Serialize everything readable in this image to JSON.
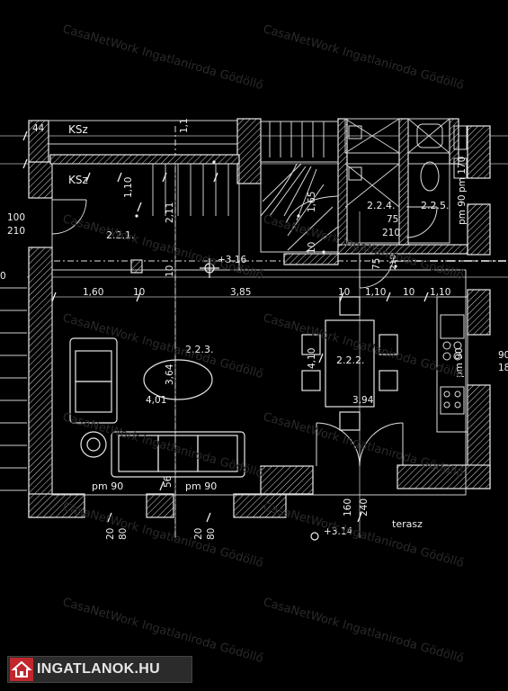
{
  "colors": {
    "background": "#000000",
    "wall": "#e8e8e8",
    "thin": "#cfcfcf",
    "text": "#f0f0f0",
    "watermark": "#2c2c2c",
    "badge_bg": "#2b2b2b",
    "badge_accent": "#c1272d"
  },
  "rooms": {
    "r221": "2.2.1.",
    "r222": "2.2.2.",
    "r223": "2.2.3.",
    "r224": "2.2.4.",
    "r225": "2.2.5."
  },
  "labels": {
    "ksz1": "KSz",
    "ksz2": "KSz",
    "terasz": "terasz",
    "level_main": "+3.16",
    "level_terrace": "+3.14",
    "pm90_a": "pm 90",
    "pm90_b": "pm 90",
    "pm90_c": "pm 90",
    "pm90_d": "pm 90",
    "pm170": "pm 170"
  },
  "dimensions": {
    "d44": "44",
    "d11": "1,1",
    "d110": "1,10",
    "d211": "2,11",
    "d165": "1,65",
    "d100": "100",
    "d210a": "210",
    "d75a": "75",
    "d210b": "210",
    "d10a": "10",
    "d10b": "10",
    "d10c": "10",
    "d10d": "10",
    "d10e": "10",
    "d10f": "10",
    "d160": "1,60",
    "d385": "3,85",
    "d110b": "1,10",
    "d110c": "1,10",
    "d364": "3,64",
    "d401": "4,01",
    "d410": "4,10",
    "d394": "3,94",
    "d75b": "75",
    "d210c": "210",
    "d56": "56",
    "d20a": "20",
    "d80a": "80",
    "d20b": "20",
    "d80b": "80",
    "d160v": "160",
    "d240": "240",
    "d90": "90",
    "d18": "18",
    "d0": "0"
  },
  "watermark_text": "CasaNetWork Ingatlaniroda Gödöllő",
  "badge": {
    "icon": "house-icon",
    "text": "INGATLANOK.HU"
  }
}
